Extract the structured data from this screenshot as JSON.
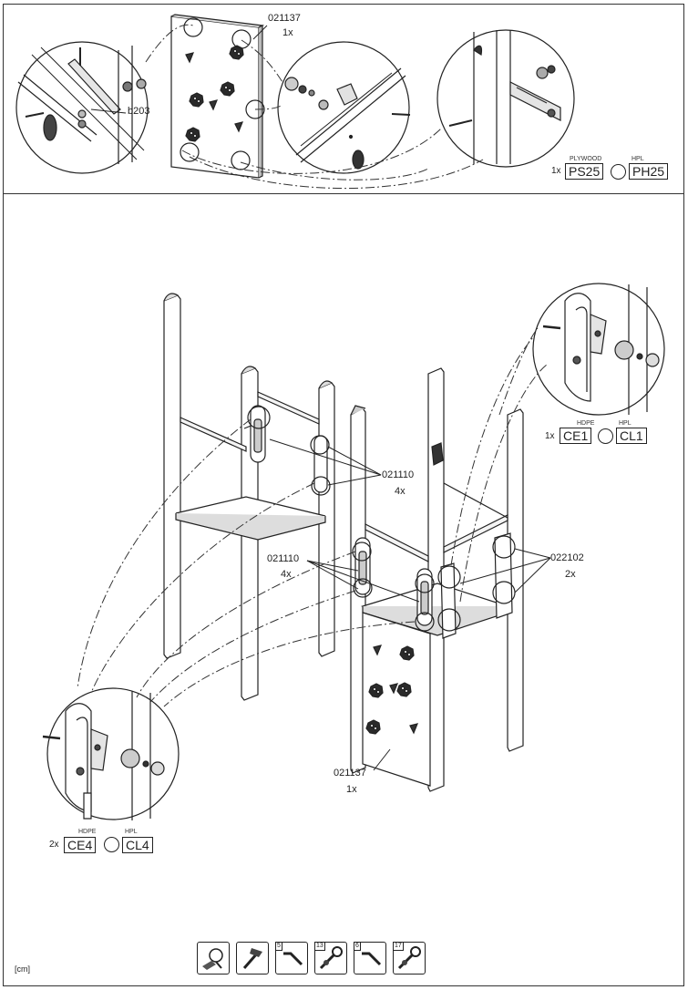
{
  "top_panel": {
    "part_label": "021137",
    "part_qty": "1x",
    "bolt_label": "b203",
    "materials": {
      "qty": "1x",
      "options": [
        {
          "caption": "PLYWOOD",
          "code": "PS25"
        },
        {
          "caption": "HPL",
          "code": "PH25"
        }
      ]
    }
  },
  "main": {
    "callouts": [
      {
        "code": "021110",
        "qty": "4x"
      },
      {
        "code": "021110",
        "qty": "4x"
      },
      {
        "code": "022102",
        "qty": "2x"
      },
      {
        "code": "021137",
        "qty": "1x"
      }
    ],
    "detail_right_materials": {
      "qty": "1x",
      "options": [
        {
          "caption": "HDPE",
          "code": "CE1"
        },
        {
          "caption": "HPL",
          "code": "CL1"
        }
      ]
    },
    "detail_left_materials": {
      "qty": "2x",
      "options": [
        {
          "caption": "HDPE",
          "code": "CE4"
        },
        {
          "caption": "HPL",
          "code": "CL4"
        }
      ]
    }
  },
  "tools": [
    {
      "icon": "tape-measure-icon",
      "number": ""
    },
    {
      "icon": "hammer-icon",
      "number": ""
    },
    {
      "icon": "hex-key-icon",
      "number": "5"
    },
    {
      "icon": "socket-wrench-icon",
      "number": "13"
    },
    {
      "icon": "hex-key-icon",
      "number": "6"
    },
    {
      "icon": "socket-wrench-icon",
      "number": "17"
    }
  ],
  "unit_label": "[cm]"
}
